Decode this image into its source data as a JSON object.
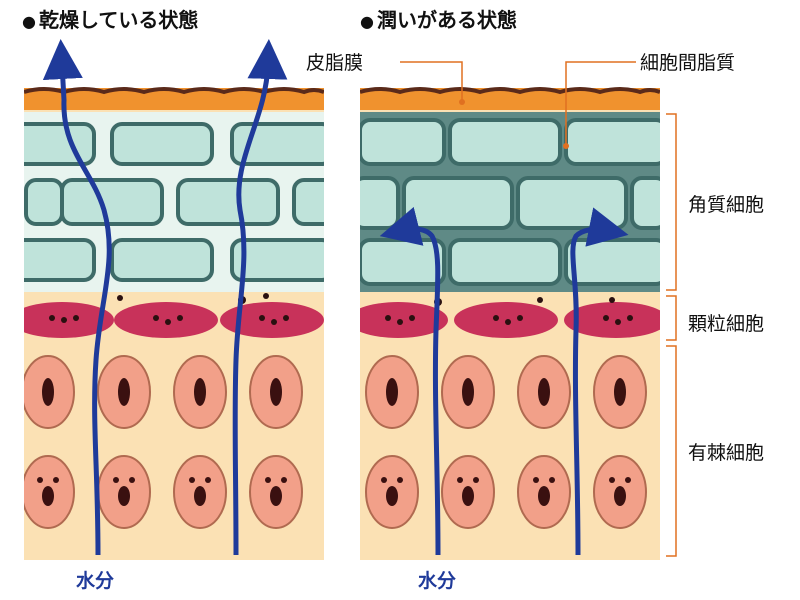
{
  "panels": {
    "left": {
      "title": "乾燥している状態",
      "water_label": "水分"
    },
    "right": {
      "title": "潤いがある状態",
      "water_label": "水分"
    }
  },
  "labels": {
    "sebum_film": "皮脂膜",
    "intercellular_lipid": "細胞間脂質",
    "stratum_corneum": "角質細胞",
    "granular_cells": "顆粒細胞",
    "spinous_cells": "有棘細胞"
  },
  "colors": {
    "sebum": "#f0922e",
    "horny_cell": "#bfe3da",
    "granular": "#c8325a",
    "spinous_cell": "#f2a089",
    "background_skin": "#fbe1b4",
    "water_arrow": "#1f3a9a",
    "leader_line": "#e07020"
  }
}
